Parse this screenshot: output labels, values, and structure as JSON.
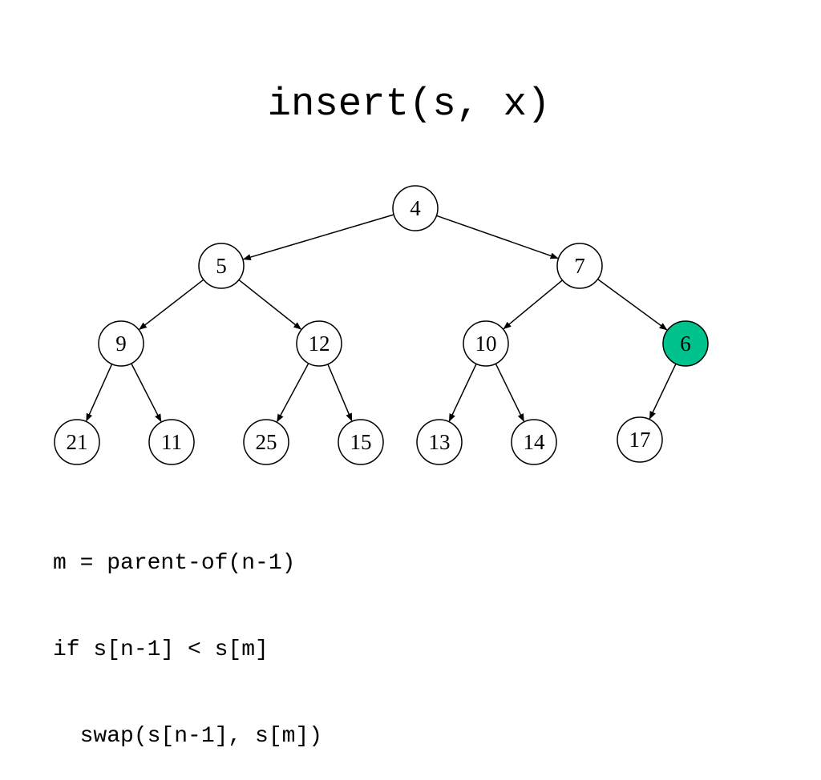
{
  "slide": {
    "title": "insert(s, x)"
  },
  "heap": {
    "nodes": [
      {
        "id": "n0",
        "label": "4",
        "highlighted": false
      },
      {
        "id": "n1",
        "label": "5",
        "highlighted": false
      },
      {
        "id": "n2",
        "label": "7",
        "highlighted": false
      },
      {
        "id": "n3",
        "label": "9",
        "highlighted": false
      },
      {
        "id": "n4",
        "label": "12",
        "highlighted": false
      },
      {
        "id": "n5",
        "label": "10",
        "highlighted": false
      },
      {
        "id": "n6",
        "label": "6",
        "highlighted": true
      },
      {
        "id": "n7",
        "label": "21",
        "highlighted": false
      },
      {
        "id": "n8",
        "label": "11",
        "highlighted": false
      },
      {
        "id": "n9",
        "label": "25",
        "highlighted": false
      },
      {
        "id": "n10",
        "label": "15",
        "highlighted": false
      },
      {
        "id": "n11",
        "label": "13",
        "highlighted": false
      },
      {
        "id": "n12",
        "label": "14",
        "highlighted": false
      },
      {
        "id": "n13",
        "label": "17",
        "highlighted": false
      }
    ],
    "edges": [
      [
        "n0",
        "n1"
      ],
      [
        "n0",
        "n2"
      ],
      [
        "n1",
        "n3"
      ],
      [
        "n1",
        "n4"
      ],
      [
        "n2",
        "n5"
      ],
      [
        "n2",
        "n6"
      ],
      [
        "n3",
        "n7"
      ],
      [
        "n3",
        "n8"
      ],
      [
        "n4",
        "n9"
      ],
      [
        "n4",
        "n10"
      ],
      [
        "n5",
        "n11"
      ],
      [
        "n5",
        "n12"
      ],
      [
        "n6",
        "n13"
      ]
    ],
    "highlight_color": "#00c28c"
  },
  "code": {
    "lines": [
      "m = parent-of(n-1)",
      "if s[n-1] < s[m]",
      "  swap(s[n-1], s[m])"
    ]
  }
}
